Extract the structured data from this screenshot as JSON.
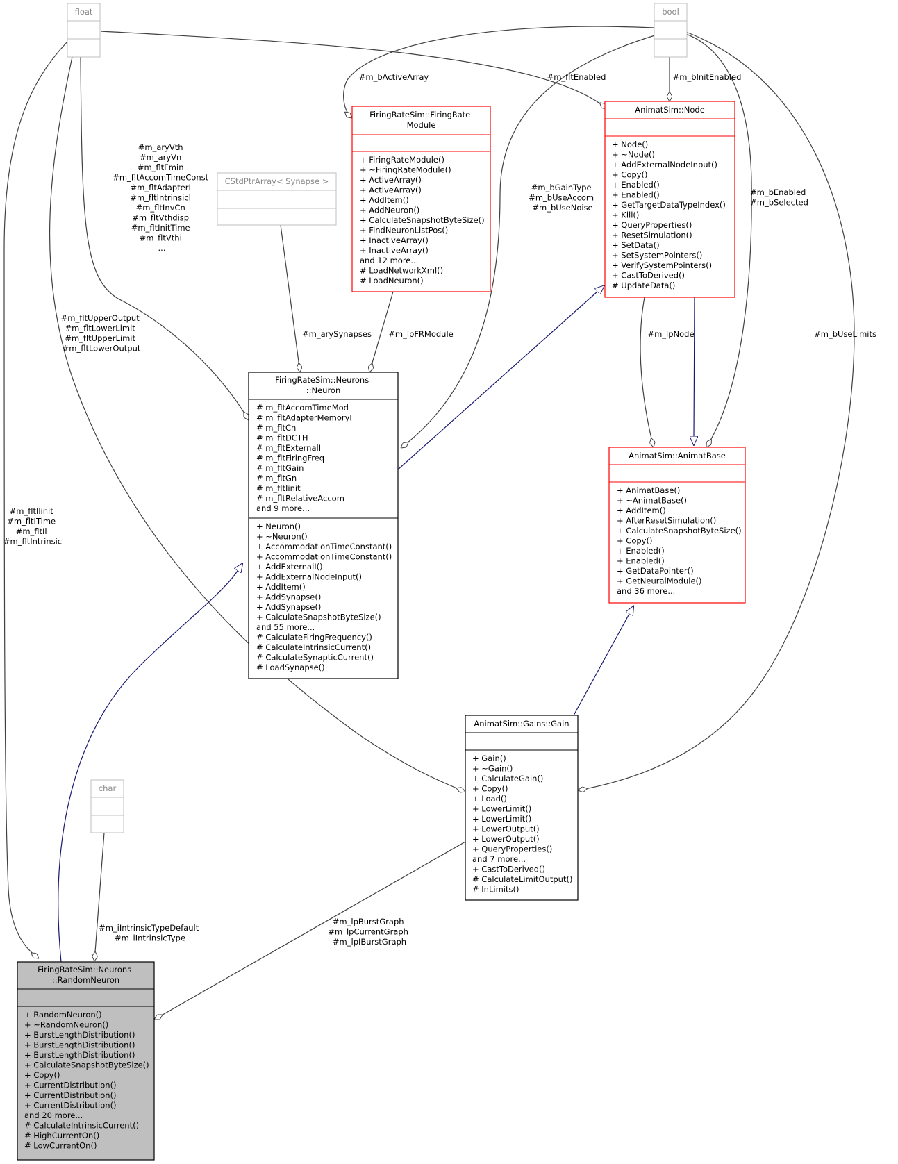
{
  "classes": {
    "float": {
      "title": [
        "float"
      ]
    },
    "bool": {
      "title": [
        "bool"
      ]
    },
    "char": {
      "title": [
        "char"
      ]
    },
    "cstdptrarray": {
      "title": [
        "CStdPtrArray< Synapse >"
      ]
    },
    "firingratemodule": {
      "title": [
        "FiringRateSim::FiringRate",
        "Module"
      ],
      "methods": [
        "+ FiringRateModule()",
        "+ ~FiringRateModule()",
        "+ ActiveArray()",
        "+ ActiveArray()",
        "+ AddItem()",
        "+ AddNeuron()",
        "+ CalculateSnapshotByteSize()",
        "+ FindNeuronListPos()",
        "+ InactiveArray()",
        "+ InactiveArray()",
        "and 12 more...",
        "# LoadNetworkXml()",
        "# LoadNeuron()"
      ]
    },
    "node": {
      "title": [
        "AnimatSim::Node"
      ],
      "methods": [
        "+ Node()",
        "+ ~Node()",
        "+ AddExternalNodeInput()",
        "+ Copy()",
        "+ Enabled()",
        "+ Enabled()",
        "+ GetTargetDataTypeIndex()",
        "+ Kill()",
        "+ QueryProperties()",
        "+ ResetSimulation()",
        "+ SetData()",
        "+ SetSystemPointers()",
        "+ VerifySystemPointers()",
        "+ CastToDerived()",
        "# UpdateData()"
      ]
    },
    "neuron": {
      "title": [
        "FiringRateSim::Neurons",
        "::Neuron"
      ],
      "attributes": [
        "# m_fltAccomTimeMod",
        "# m_fltAdapterMemoryI",
        "# m_fltCn",
        "# m_fltDCTH",
        "# m_fltExternalI",
        "# m_fltFiringFreq",
        "# m_fltGain",
        "# m_fltGn",
        "# m_fltIinit",
        "# m_fltRelativeAccom",
        "and 9 more..."
      ],
      "methods": [
        "+ Neuron()",
        "+ ~Neuron()",
        "+ AccommodationTimeConstant()",
        "+ AccommodationTimeConstant()",
        "+ AddExternalI()",
        "+ AddExternalNodeInput()",
        "+ AddItem()",
        "+ AddSynapse()",
        "+ AddSynapse()",
        "+ CalculateSnapshotByteSize()",
        "and 55 more...",
        "# CalculateFiringFrequency()",
        "# CalculateIntrinsicCurrent()",
        "# CalculateSynapticCurrent()",
        "# LoadSynapse()"
      ]
    },
    "animatbase": {
      "title": [
        "AnimatSim::AnimatBase"
      ],
      "methods": [
        "+ AnimatBase()",
        "+ ~AnimatBase()",
        "+ AddItem()",
        "+ AfterResetSimulation()",
        "+ CalculateSnapshotByteSize()",
        "+ Copy()",
        "+ Enabled()",
        "+ Enabled()",
        "+ GetDataPointer()",
        "+ GetNeuralModule()",
        "and 36 more..."
      ]
    },
    "gain": {
      "title": [
        "AnimatSim::Gains::Gain"
      ],
      "methods": [
        "+ Gain()",
        "+ ~Gain()",
        "+ CalculateGain()",
        "+ Copy()",
        "+ Load()",
        "+ LowerLimit()",
        "+ LowerLimit()",
        "+ LowerOutput()",
        "+ LowerOutput()",
        "+ QueryProperties()",
        "and 7 more...",
        "+ CastToDerived()",
        "# CalculateLimitOutput()",
        "# InLimits()"
      ]
    },
    "randomneuron": {
      "title": [
        "FiringRateSim::Neurons",
        "::RandomNeuron"
      ],
      "methods": [
        "+ RandomNeuron()",
        "+ ~RandomNeuron()",
        "+ BurstLengthDistribution()",
        "+ BurstLengthDistribution()",
        "+ BurstLengthDistribution()",
        "+ CalculateSnapshotByteSize()",
        "+ Copy()",
        "+ CurrentDistribution()",
        "+ CurrentDistribution()",
        "+ CurrentDistribution()",
        "and 20 more...",
        "# CalculateIntrinsicCurrent()",
        "# HighCurrentOn()",
        "# LowCurrentOn()"
      ]
    }
  },
  "edge_labels": {
    "active_array": [
      "#m_bActiveArray"
    ],
    "flt_enabled": [
      "#m_fltEnabled"
    ],
    "init_enabled": [
      "#m_bInitEnabled"
    ],
    "gain_type": [
      "#m_bGainType",
      "#m_bUseAccom",
      "#m_bUseNoise"
    ],
    "enabled_selected": [
      "#m_bEnabled",
      "#m_bSelected"
    ],
    "use_limits": [
      "#m_bUseLimits"
    ],
    "lp_node": [
      "#m_lpNode"
    ],
    "float_neuron": [
      "#m_aryVth",
      "#m_aryVn",
      "#m_fltFmin",
      "#m_fltAccomTimeConst",
      "#m_fltAdapterI",
      "#m_fltIntrinsicI",
      "#m_fltInvCn",
      "#m_fltVthdisp",
      "#m_fltInitTime",
      "#m_fltVthi",
      "..."
    ],
    "ary_synapses": [
      "#m_arySynapses"
    ],
    "lp_fr_module": [
      "#m_lpFRModule"
    ],
    "float_gain": [
      "#m_fltUpperOutput",
      "#m_fltLowerLimit",
      "#m_fltUpperLimit",
      "#m_fltLowerOutput"
    ],
    "float_random": [
      "#m_fltIlinit",
      "#m_fltITime",
      "#m_fltIl",
      "#m_fltIntrinsic"
    ],
    "char_random": [
      "#m_iIntrinsicTypeDefault",
      "#m_iIntrinsicType"
    ],
    "gain_random": [
      "#m_lpBurstGraph",
      "#m_lpCurrentGraph",
      "#m_lpIBurstGraph"
    ]
  },
  "colors": {
    "border_default": "#000000",
    "border_grey": "#bfbfbf",
    "border_red": "#ff0000",
    "inherit_edge": "#191970",
    "assoc_edge": "#404040",
    "focus_fill": "#bfbfbf"
  }
}
